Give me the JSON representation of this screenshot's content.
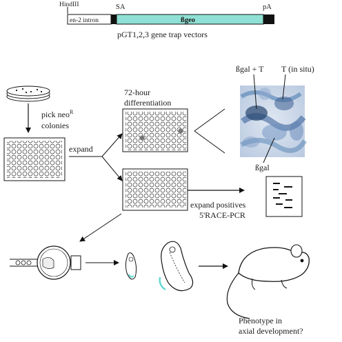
{
  "vector": {
    "hindiii": "HindIII",
    "sa": "SA",
    "pa": "pA",
    "intron": "en-2 intron",
    "geo": "ßgeo",
    "caption": "pGT1,2,3 gene trap vectors"
  },
  "steps": {
    "pick_line1": "pick neo",
    "pick_sup": "R",
    "pick_line2": "colonies",
    "expand": "expand",
    "diff_line1": "72-hour",
    "diff_line2": "differentiation",
    "expand_pos": "expand positives",
    "race_pcr": "5'RACE-PCR",
    "phenotype_line1": "Phenotype in",
    "phenotype_line2": "axial development?"
  },
  "stain_labels": {
    "bgal_t": "ßgal + T",
    "t_insitu": "T (in situ)",
    "bgal": "ßgal"
  },
  "colors": {
    "geo_fill": "#8fe0d4",
    "marker_black": "#111111",
    "stain_blue": "#4f7fb0",
    "embryo_highlight": "#5fd8d0"
  }
}
